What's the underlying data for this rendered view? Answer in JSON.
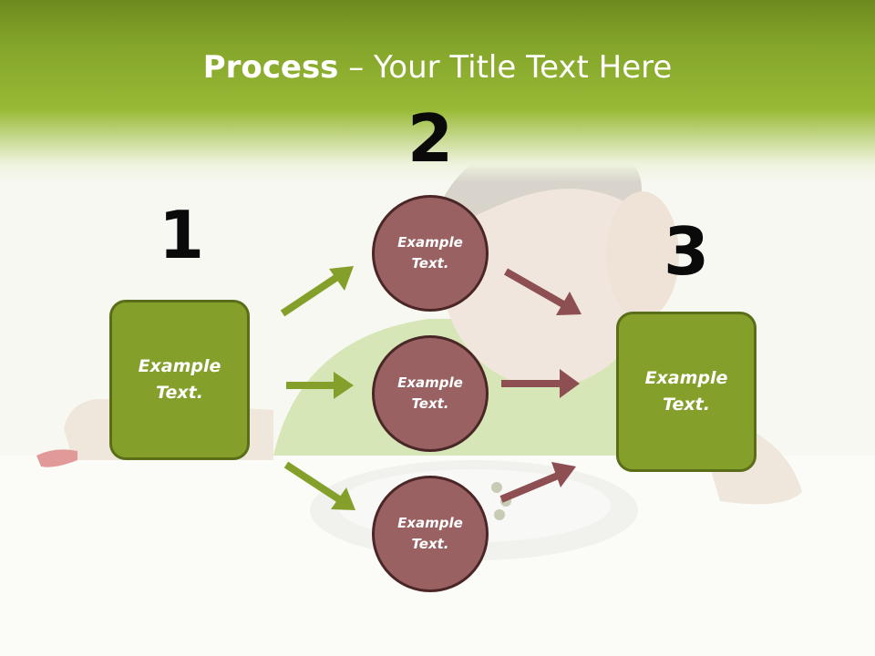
{
  "title": {
    "bold": "Process",
    "rest": " – Your Title Text Here"
  },
  "steps": {
    "one": "1",
    "two": "2",
    "three": "3"
  },
  "left_box": {
    "text": "Example\nText."
  },
  "right_box": {
    "text": "Example\nText."
  },
  "circles": [
    {
      "text": "Example\nText."
    },
    {
      "text": "Example\nText."
    },
    {
      "text": "Example\nText."
    }
  ],
  "colors": {
    "green": "#84a02b",
    "maroon": "#9a6163",
    "header": "#8fb030"
  }
}
